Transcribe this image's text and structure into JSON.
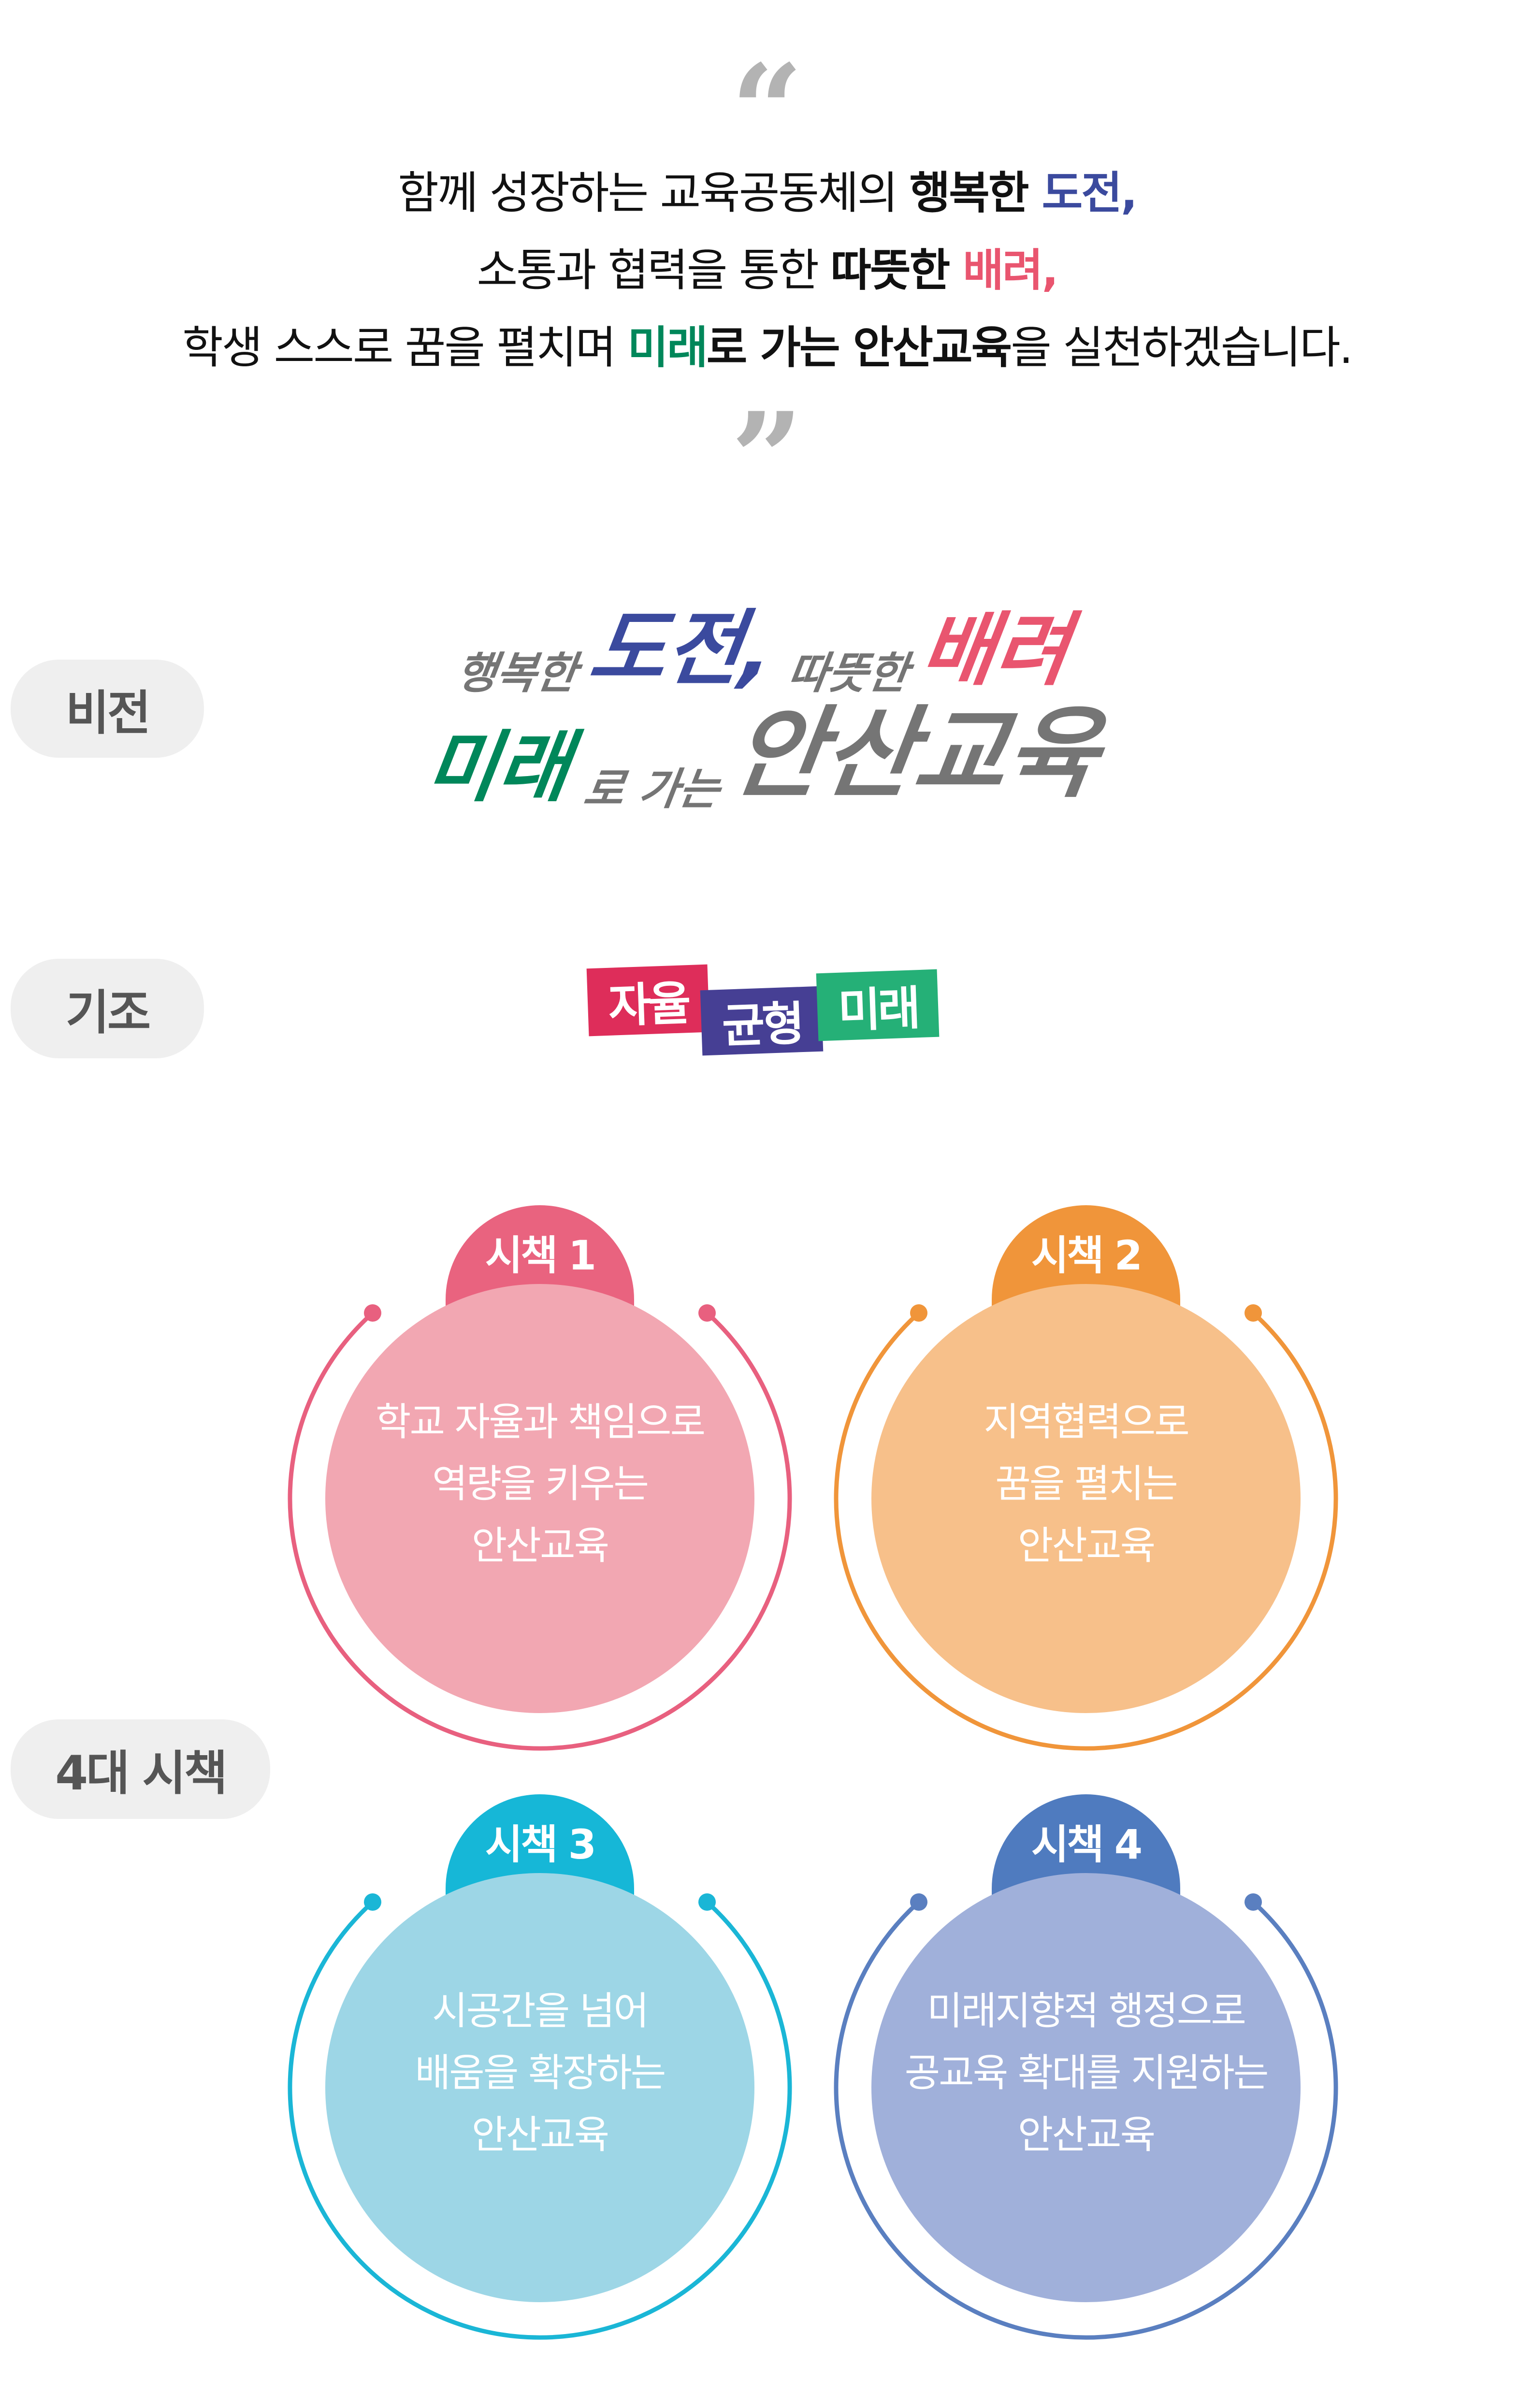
{
  "quote": {
    "open": "“",
    "close": "”"
  },
  "mission": {
    "line1": {
      "plain": "함께 성장하는 교육공동체의 ",
      "bold": "행복한 ",
      "accent": "도전,"
    },
    "line2": {
      "plain": "소통과 협력을 통한 ",
      "bold": "따뜻한 ",
      "accent": "배려,"
    },
    "line3": {
      "plain": "학생 스스로 꿈을 펼치며 ",
      "accent": "미래",
      "bold": "로 가는 안산교육",
      "tail": "을 실천하겠습니다."
    }
  },
  "sections": {
    "vision": "비전",
    "basis": "기조",
    "policies": "4대 시책"
  },
  "vision_logo": {
    "w1": "행복한",
    "w2": "도전,",
    "w3": "따뜻한",
    "w4": "배려",
    "w5": "미래",
    "w6": "로 가는",
    "w7": "안산교육"
  },
  "basis_badge": {
    "b1": "자율",
    "b2": "균형",
    "b3": "미래"
  },
  "policies": [
    {
      "tab": "시책 1",
      "lines": [
        "학교 자율과 책임으로",
        "역량을 키우는",
        "안산교육"
      ]
    },
    {
      "tab": "시책 2",
      "lines": [
        "지역협력으로",
        "꿈을 펼치는",
        "안산교육"
      ]
    },
    {
      "tab": "시책 3",
      "lines": [
        "시공간을 넘어",
        "배움을 확장하는",
        "안산교육"
      ]
    },
    {
      "tab": "시책 4",
      "lines": [
        "미래지향적 행정으로",
        "공교육 확대를 지원하는",
        "안산교육"
      ]
    }
  ],
  "colors": {
    "blue": "#3b4a9e",
    "pink": "#e9556f",
    "green": "#00875a",
    "gray": "#757575",
    "badge_red": "#de2d5a",
    "badge_purple": "#463f94",
    "badge_green": "#25b077",
    "p1": {
      "ring": "#e8607f",
      "inner": "#f2a7b2"
    },
    "p2": {
      "ring": "#f0953a",
      "inner": "#f7c08a"
    },
    "p3": {
      "ring": "#1ab6d6",
      "inner": "#9dd6e6"
    },
    "p4": {
      "ring": "#5a7fc0",
      "inner": "#a0b0da"
    }
  }
}
